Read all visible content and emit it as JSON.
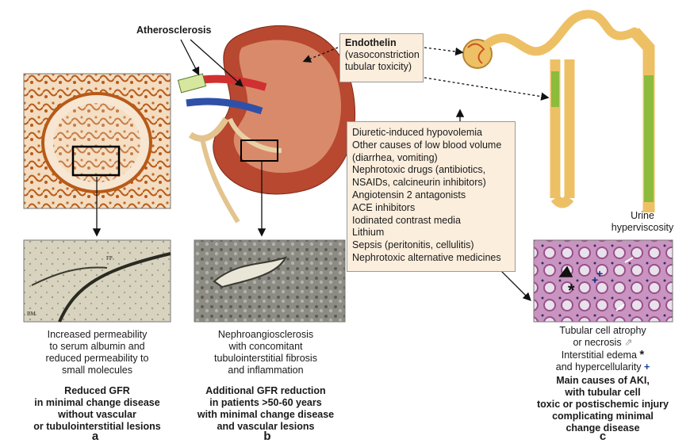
{
  "labels": {
    "atherosclerosis": "Atherosclerosis",
    "urine": [
      "Urine",
      "hyperviscosity"
    ],
    "fp": "FP",
    "bm": "BM"
  },
  "endothelin_box": {
    "title": "Endothelin",
    "lines": [
      "(vasoconstriction",
      "tubular toxicity)"
    ]
  },
  "causes_box": {
    "lines": [
      "Diuretic-induced hypovolemia",
      "Other causes of low blood volume",
      "(diarrhea, vomiting)",
      "Nephrotoxic drugs (antibiotics,",
      "NSAIDs, calcineurin inhibitors)",
      "Angiotensin 2 antagonists",
      "ACE inhibitors",
      "Iodinated contrast media",
      "Lithium",
      "Sepsis (peritonitis, cellulitis)",
      "Nephrotoxic alternative medicines"
    ]
  },
  "panel_a": {
    "desc": [
      "Increased permeability",
      "to serum albumin and",
      "reduced permeability to",
      "small molecules"
    ],
    "title": [
      "Reduced GFR",
      "in minimal change disease",
      "without vascular",
      "or tubulointerstitial lesions"
    ],
    "letter": "a"
  },
  "panel_b": {
    "desc": [
      "Nephroangiosclerosis",
      "with concomitant",
      "tubulointerstitial fibrosis",
      "and inflammation"
    ],
    "title": [
      "Additional GFR reduction",
      "in  patients >50-60 years",
      "with minimal change disease",
      "and vascular lesions"
    ],
    "letter": "b"
  },
  "panel_c": {
    "legend": [
      {
        "text": "Tubular cell atrophy",
        "symbol": ""
      },
      {
        "text": "or necrosis",
        "symbol": "white-arrow-icon"
      },
      {
        "text": "Interstitial edema",
        "symbol": "asterisk-icon"
      },
      {
        "text": "and hypercellularity",
        "symbol": "plus-icon"
      }
    ],
    "title": [
      "Main causes of AKI,",
      "with tubular cell",
      "toxic or postischemic injury",
      "complicating minimal",
      "change disease"
    ],
    "letter": "c"
  },
  "colors": {
    "box_fill": "#fbeedd",
    "kidney": "#b8482f",
    "tubule": "#eec065",
    "tubule_green": "#8dbb3c",
    "histology_brown": "#b85a18",
    "he_stain": "#c98fb8"
  }
}
